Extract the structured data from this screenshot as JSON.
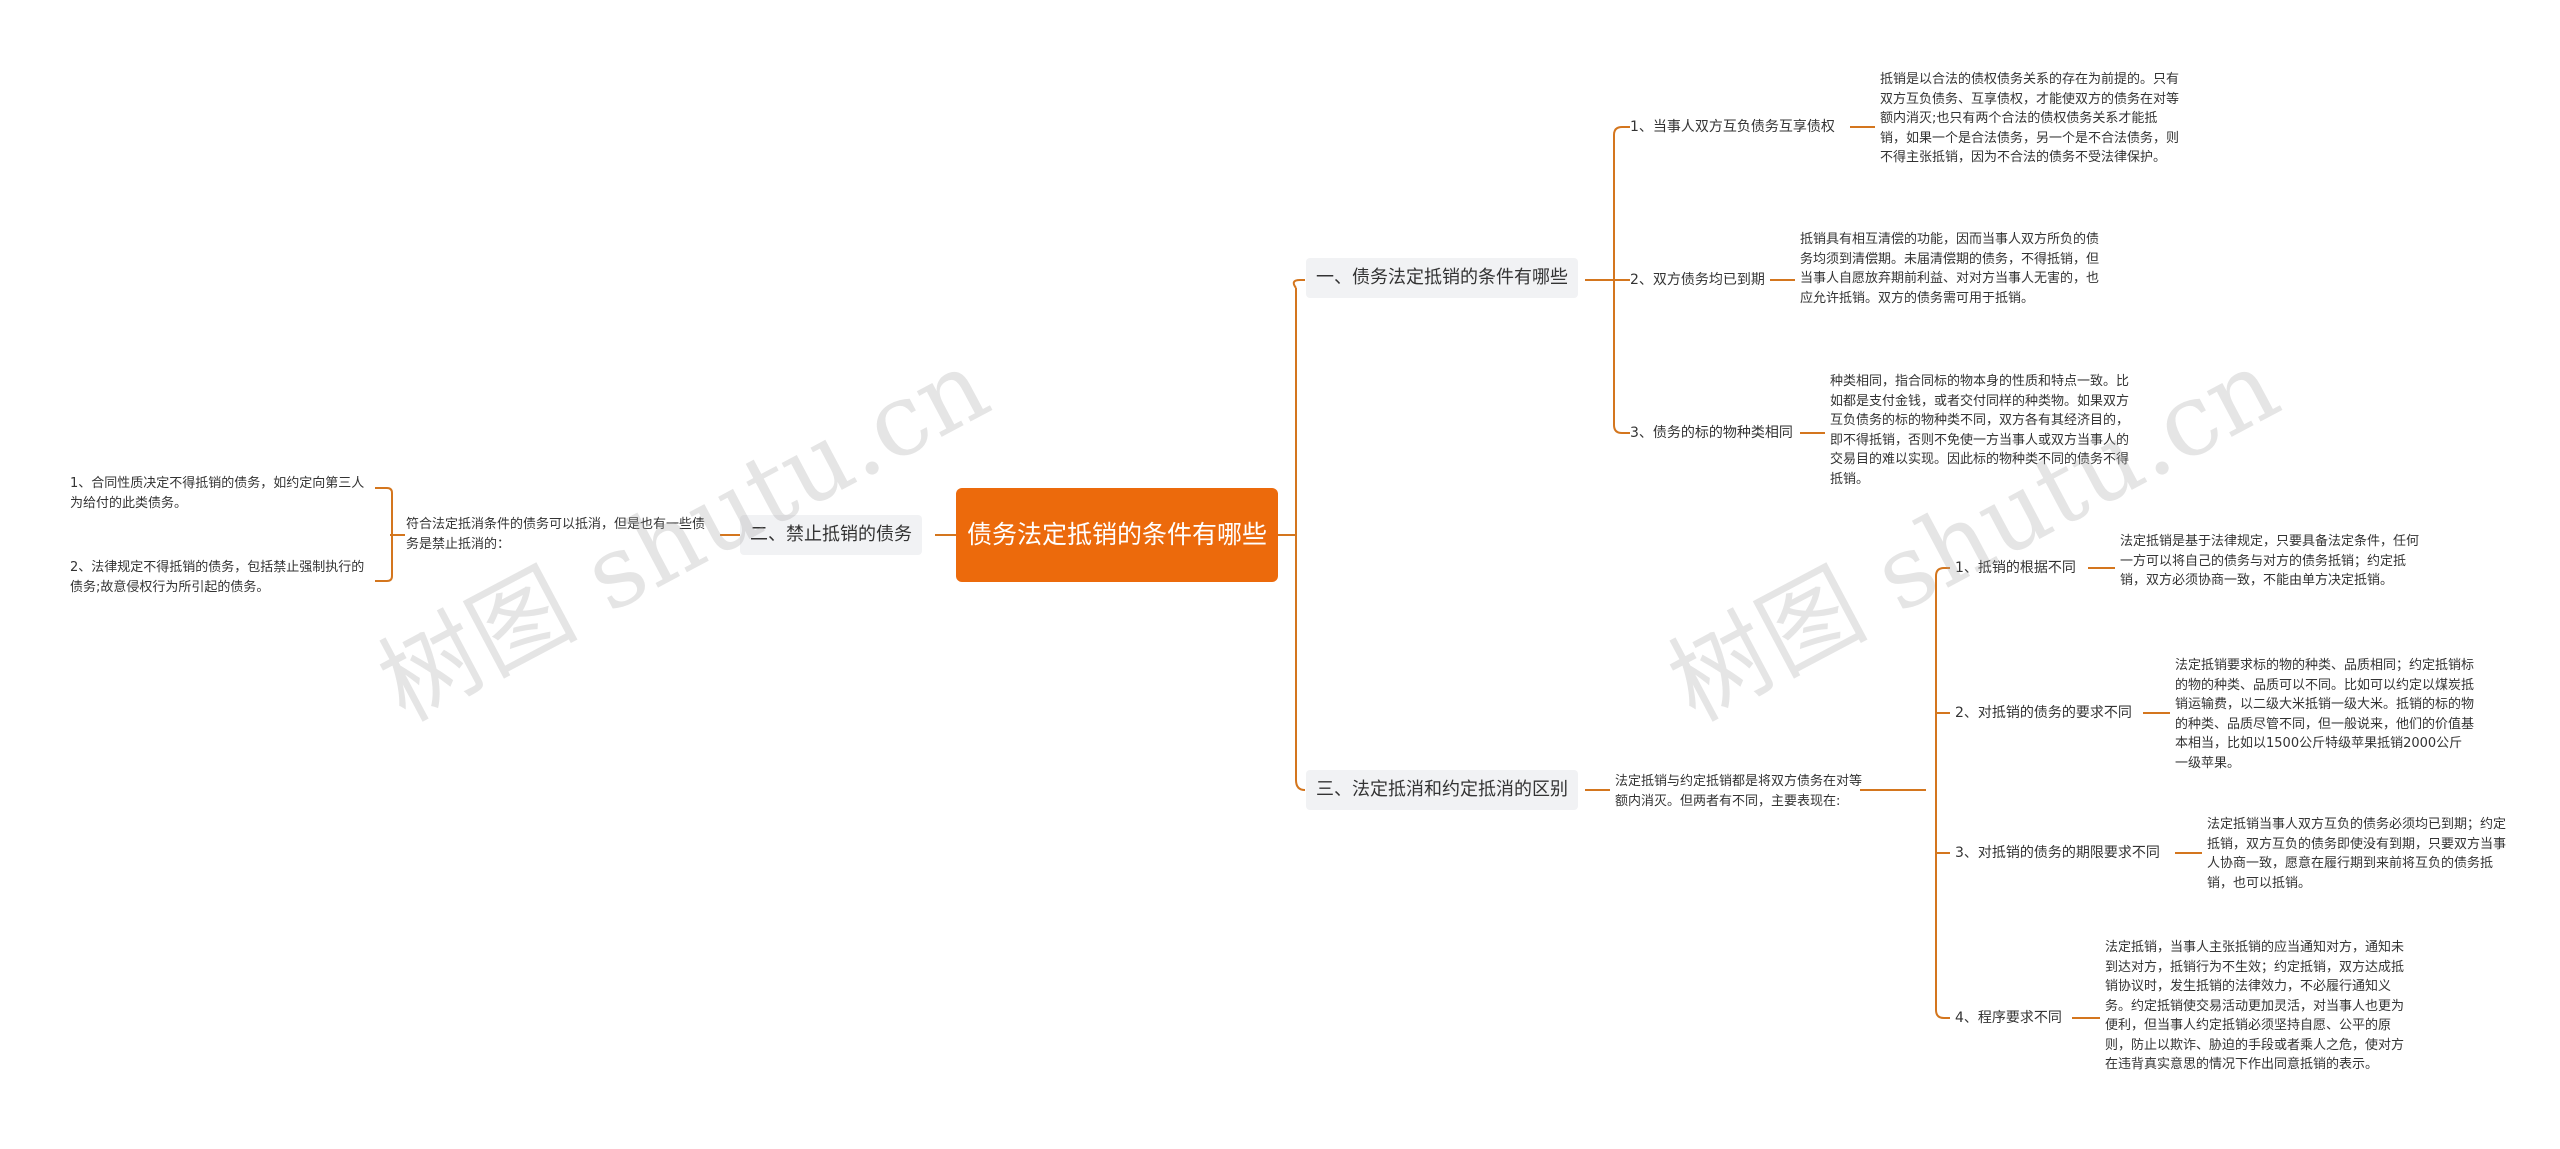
{
  "root": "债务法定抵销的条件有哪些",
  "watermark": "树图 shutu.cn",
  "colors": {
    "accent": "#ec6a0c",
    "branch_bg": "#f1f2f4",
    "line": "#d4761e"
  },
  "left": {
    "branch": "二、禁止抵销的债务",
    "intro": "符合法定抵消条件的债务可以抵消，但是也有一些债务是禁止抵消的：",
    "items": [
      "1、合同性质决定不得抵销的债务，如约定向第三人为给付的此类债务。",
      "2、法律规定不得抵销的债务，包括禁止强制执行的债务;故意侵权行为所引起的债务。"
    ]
  },
  "right": [
    {
      "branch": "一、债务法定抵销的条件有哪些",
      "children": [
        {
          "label": "1、当事人双方互负债务互享债权",
          "text": "抵销是以合法的债权债务关系的存在为前提的。只有双方互负债务、互享债权，才能使双方的债务在对等额内消灭;也只有两个合法的债权债务关系才能抵销，如果一个是合法债务，另一个是不合法债务，则不得主张抵销，因为不合法的债务不受法律保护。"
        },
        {
          "label": "2、双方债务均已到期",
          "text": "抵销具有相互清偿的功能，因而当事人双方所负的债务均须到清偿期。未届清偿期的债务，不得抵销，但当事人自愿放弃期前利益、对对方当事人无害的，也应允许抵销。双方的债务需可用于抵销。"
        },
        {
          "label": "3、债务的标的物种类相同",
          "text": "种类相同，指合同标的物本身的性质和特点一致。比如都是支付金钱，或者交付同样的种类物。如果双方互负债务的标的物种类不同，双方各有其经济目的，即不得抵销，否则不免使一方当事人或双方当事人的交易目的难以实现。因此标的物种类不同的债务不得抵销。"
        }
      ]
    },
    {
      "branch": "三、法定抵消和约定抵消的区别",
      "intro": "法定抵销与约定抵销都是将双方债务在对等额内消灭。但两者有不同，主要表现在:",
      "children": [
        {
          "label": "1、抵销的根据不同",
          "text": "法定抵销是基于法律规定，只要具备法定条件，任何一方可以将自己的债务与对方的债务抵销；约定抵销，双方必须协商一致，不能由单方决定抵销。"
        },
        {
          "label": "2、对抵销的债务的要求不同",
          "text": "法定抵销要求标的物的种类、品质相同；约定抵销标的物的种类、品质可以不同。比如可以约定以煤炭抵销运输费，以二级大米抵销一级大米。抵销的标的物的种类、品质尽管不同，但一般说来，他们的价值基本相当，比如以1500公斤特级苹果抵销2000公斤一级苹果。"
        },
        {
          "label": "3、对抵销的债务的期限要求不同",
          "text": "法定抵销当事人双方互负的债务必须均已到期；约定抵销，双方互负的债务即使没有到期，只要双方当事人协商一致，愿意在履行期到来前将互负的债务抵销，也可以抵销。"
        },
        {
          "label": "4、程序要求不同",
          "text": "法定抵销，当事人主张抵销的应当通知对方，通知未到达对方，抵销行为不生效；约定抵销，双方达成抵销协议时，发生抵销的法律效力，不必履行通知义务。约定抵销使交易活动更加灵活，对当事人也更为便利，但当事人约定抵销必须坚持自愿、公平的原则，防止以欺诈、胁迫的手段或者乘人之危，使对方在违背真实意思的情况下作出同意抵销的表示。"
        }
      ]
    }
  ]
}
